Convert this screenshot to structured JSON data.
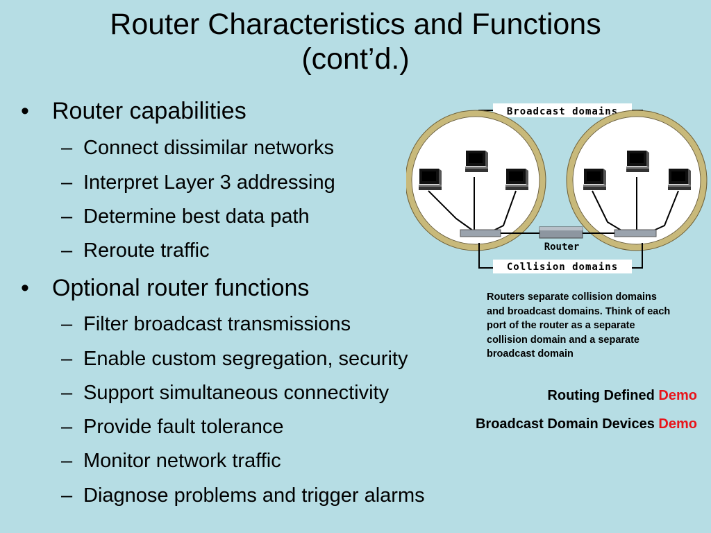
{
  "slide": {
    "title_line1": "Router Characteristics and Functions",
    "title_line2": "(cont’d.)"
  },
  "bullets": [
    {
      "text": "Router capabilities",
      "subitems": [
        "Connect dissimilar networks",
        "Interpret Layer 3 addressing",
        "Determine best data path",
        "Reroute traffic"
      ]
    },
    {
      "text": "Optional router functions",
      "subitems": [
        "Filter broadcast transmissions",
        "Enable custom segregation, security",
        "Support simultaneous connectivity",
        "Provide fault tolerance",
        "Monitor network traffic",
        "Diagnose problems and trigger alarms"
      ]
    }
  ],
  "symbols": {
    "bullet": "•",
    "dash": "–"
  },
  "diagram": {
    "broadcast_label": "Broadcast domains",
    "router_label": "Router",
    "collision_label": "Collision domains"
  },
  "caption": "Routers separate collision domains and broadcast domains. Think of each port of the router as a separate collision domain and a separate broadcast domain",
  "links": [
    {
      "label": "Routing Defined",
      "action": "Demo"
    },
    {
      "label": "Broadcast Domain Devices",
      "action": "Demo"
    }
  ],
  "colors": {
    "background": "#b6dde4",
    "demo_link": "#e8141a",
    "ring": "#c8b97a"
  }
}
